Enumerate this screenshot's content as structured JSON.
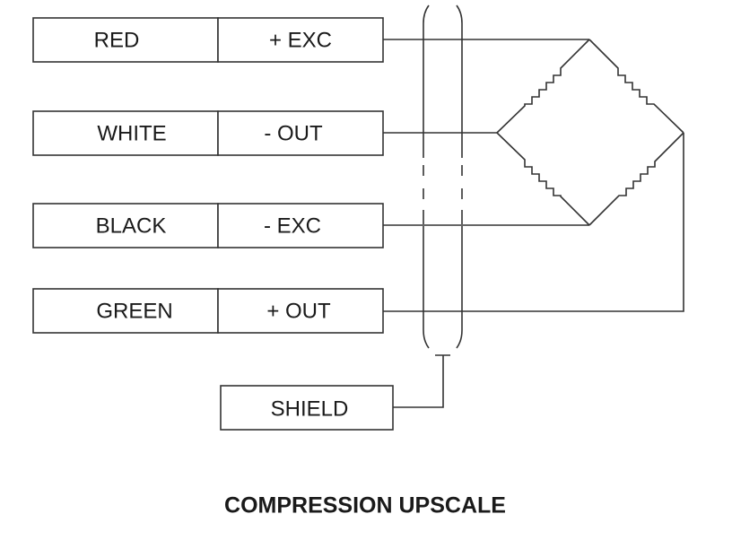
{
  "connections": [
    {
      "color": "RED",
      "signal": "+ EXC"
    },
    {
      "color": "WHITE",
      "signal": "- OUT"
    },
    {
      "color": "BLACK",
      "signal": "- EXC"
    },
    {
      "color": "GREEN",
      "signal": "+ OUT"
    }
  ],
  "shield_label": "SHIELD",
  "caption": "COMPRESSION UPSCALE"
}
